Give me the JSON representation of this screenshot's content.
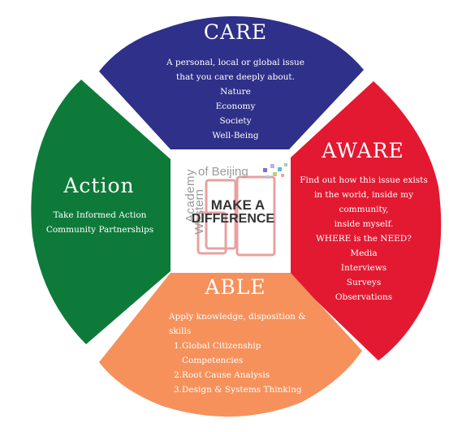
{
  "colors": {
    "care": "#2f3089",
    "aware": "#e31931",
    "able": "#f6915b",
    "action": "#0e7a3a",
    "center_bg": "#ffffff",
    "seal": "#e8a0a0"
  },
  "care": {
    "title": "CARE",
    "lines": [
      "A personal, local or global issue",
      "that you care deeply about.",
      "Nature",
      "Economy",
      "Society",
      "Well-Being"
    ]
  },
  "aware": {
    "title": "AWARE",
    "lines": [
      "Find out how this issue exists",
      "in the world, inside my",
      "community,",
      "inside myself.",
      "WHERE is the NEED?",
      "Media",
      "Interviews",
      "Surveys",
      "Observations"
    ]
  },
  "able": {
    "title": "ABLE",
    "intro": [
      "Apply knowledge, disposition &",
      "skills"
    ],
    "items": [
      "1.Global Citizenship",
      "Competencies",
      "2.Root Cause Analysis",
      "3.Design & Systems Thinking"
    ]
  },
  "action": {
    "title": "Action",
    "lines": [
      "Take Informed Action",
      "Community Partnerships"
    ]
  },
  "center": {
    "logo_line1": "Western",
    "logo_line2": "Academy",
    "logo_line3": "of Beijing",
    "slogan_line1": "MAKE A",
    "slogan_line2": "DIFFERENCE"
  }
}
